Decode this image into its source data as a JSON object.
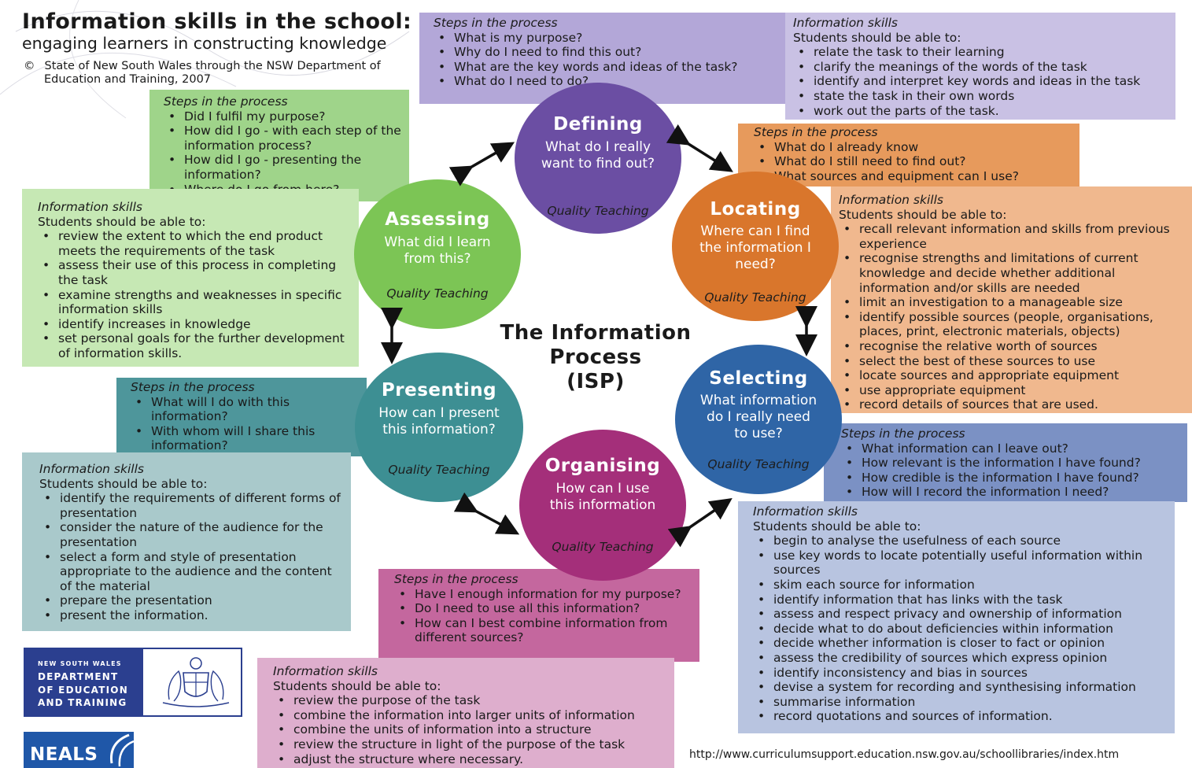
{
  "header": {
    "title": "Information skills in the school:",
    "subtitle": "engaging learners in constructing knowledge",
    "copyright_symbol": "©",
    "copyright_line1": "State of New South Wales through the NSW Department of",
    "copyright_line2": "Education and Training, 2007"
  },
  "center": {
    "line1": "The Information",
    "line2": "Process",
    "line3": "(ISP)"
  },
  "colors": {
    "defining": "#6b4ea3",
    "locating": "#d9762c",
    "selecting": "#2f65a6",
    "organising": "#a42f7a",
    "presenting": "#3d8f93",
    "assessing": "#7cc555"
  },
  "stages": {
    "defining": {
      "title": "Defining",
      "q1": "What do I really",
      "q2": "want to find out?",
      "q3": "",
      "quality": "Quality Teaching",
      "steps_heading": "Steps in the process",
      "steps": [
        "What is my purpose?",
        "Why do I need to find this out?",
        "What are the key words and ideas of the task?",
        "What do I need to do?"
      ],
      "skills_heading": "Information skills",
      "skills_intro": "Students should be able to:",
      "skills": [
        "relate the task to their learning",
        "clarify the meanings of the words of the task",
        "identify and interpret key words and ideas in the task",
        "state the task in their own words",
        "work out the parts of the task."
      ]
    },
    "locating": {
      "title": "Locating",
      "q1": "Where can I find",
      "q2": "the information I",
      "q3": "need?",
      "quality": "Quality Teaching",
      "steps_heading": "Steps in the process",
      "steps": [
        "What do I already know",
        "What do I still need to find out?",
        "What sources and equipment can I use?"
      ],
      "skills_heading": "Information skills",
      "skills_intro": "Students should be able to:",
      "skills": [
        "recall relevant information and skills from previous experience",
        "recognise strengths and limitations of current knowledge and decide whether additional information and/or skills are needed",
        "limit an investigation to a manageable size",
        "identify possible sources (people, organisations, places, print, electronic materials, objects)",
        "recognise the relative worth of sources",
        "select the best of these sources to use",
        "locate sources and appropriate equipment",
        "use appropriate equipment",
        "record details of sources that are used."
      ]
    },
    "selecting": {
      "title": "Selecting",
      "q1": "What information",
      "q2": "do I really need",
      "q3": "to use?",
      "quality": "Quality Teaching",
      "steps_heading": "Steps in the process",
      "steps": [
        "What information can I leave out?",
        "How relevant is the information I have found?",
        "How credible is the information I have found?",
        "How will I record the information I need?"
      ],
      "skills_heading": "Information skills",
      "skills_intro": "Students should be able to:",
      "skills": [
        "begin to analyse the usefulness of each source",
        "use key words to locate potentially useful information within sources",
        "skim each source for information",
        "identify information that has links with the task",
        "assess and respect privacy and ownership of information",
        "decide what to do about deficiencies within information",
        "decide whether information is closer to fact or opinion",
        "assess the credibility of sources which express opinion",
        "identify inconsistency and bias in sources",
        "devise a system for recording and synthesising information",
        "summarise information",
        "record quotations and sources of information."
      ]
    },
    "organising": {
      "title": "Organising",
      "q1": "How can I use",
      "q2": "this information",
      "q3": "",
      "quality": "Quality Teaching",
      "steps_heading": "Steps in the process",
      "steps": [
        "Have I enough information for my purpose?",
        "Do I need to use all this information?",
        "How can I best combine information from different sources?"
      ],
      "skills_heading": "Information skills",
      "skills_intro": "Students should be able to:",
      "skills": [
        "review the purpose of the task",
        "combine the information into larger units of information",
        "combine the units of information into a structure",
        "review the structure in light of the purpose of the task",
        "adjust the structure where necessary."
      ]
    },
    "presenting": {
      "title": "Presenting",
      "q1": "How can I present",
      "q2": "this information?",
      "q3": "",
      "quality": "Quality Teaching",
      "steps_heading": "Steps in the process",
      "steps": [
        "What will I do with this information?",
        "With whom will I share this information?"
      ],
      "skills_heading": "Information skills",
      "skills_intro": "Students should be able to:",
      "skills": [
        "identify the requirements of different forms of presentation",
        "consider the nature of the audience for the presentation",
        "select a form and style of presentation appropriate to the audience and the content of the material",
        "prepare the presentation",
        "present the information."
      ]
    },
    "assessing": {
      "title": "Assessing",
      "q1": "What did I learn",
      "q2": "from this?",
      "q3": "",
      "quality": "Quality Teaching",
      "steps_heading": "Steps in the process",
      "steps": [
        "Did I fulfil my purpose?",
        "How did I go - with each step of the information process?",
        "How did I go - presenting the information?",
        "Where do I go from here?"
      ],
      "skills_heading": "Information skills",
      "skills_intro": "Students should be able to:",
      "skills": [
        "review the extent to which the end product meets the requirements of the task",
        "assess their use of this process in completing the task",
        "examine strengths and weaknesses in specific information skills",
        "identify increases in knowledge",
        "set personal goals for the further development of information skills."
      ]
    }
  },
  "logos": {
    "dept_line1": "NEW SOUTH WALES",
    "dept_line2": "DEPARTMENT",
    "dept_line3": "OF EDUCATION",
    "dept_line4": "AND TRAINING",
    "neals": "NEALS"
  },
  "footer": {
    "url": "http://www.curriculumsupport.education.nsw.gov.au/schoollibraries/index.htm"
  }
}
